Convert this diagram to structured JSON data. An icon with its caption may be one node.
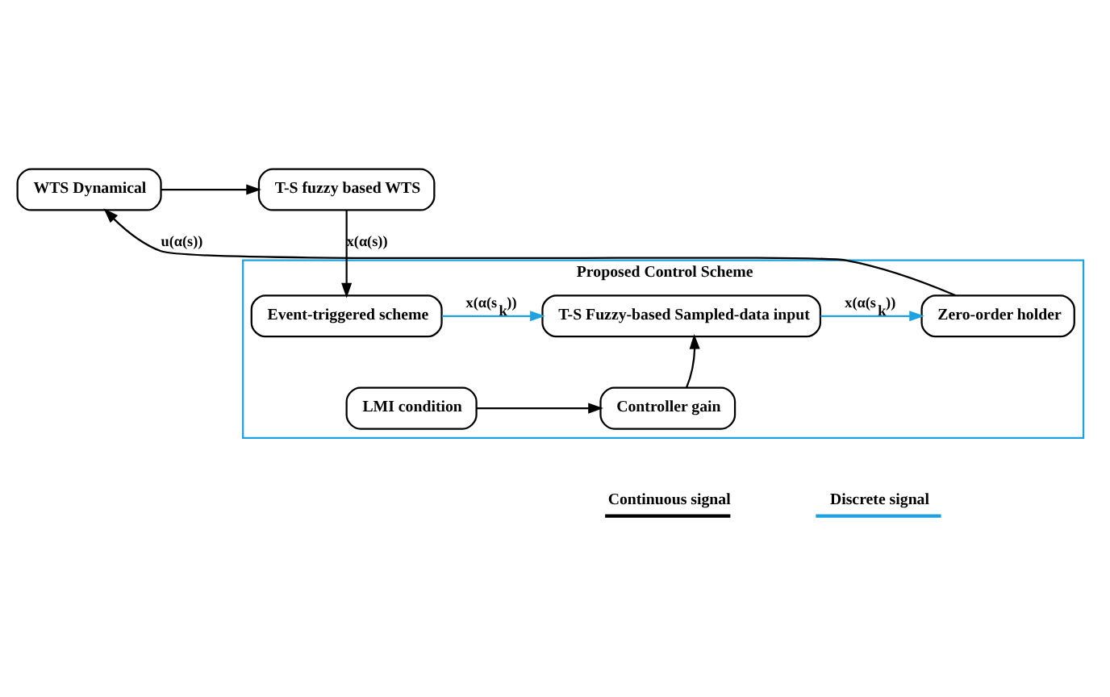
{
  "diagram": {
    "nodes": [
      {
        "text": [
          "Proposed Control Scheme"
        ]
      },
      {
        "text": [
          "WTS Dynamical"
        ]
      },
      {
        "text": [
          "T-S fuzzy based WTS"
        ]
      },
      {
        "text": [
          "Event-triggered scheme"
        ],
        "in": 0
      },
      {
        "text": [
          "T-S Fuzzy-based Sampled-data input"
        ],
        "in": 0
      },
      {
        "text": [
          "Zero-order holder"
        ],
        "in": 0
      },
      {
        "text": [
          "Controller gain"
        ],
        "in": 0
      },
      {
        "text": [
          "LMI condition"
        ],
        "in": 0
      }
    ],
    "edges": [
      {
        "from": 1,
        "to": 2,
        "arrow": "to"
      },
      {
        "from": 2,
        "to": 3,
        "arrow": "to",
        "label": "x(α(s))"
      },
      {
        "from": 3,
        "to": 4,
        "arrow": "to",
        "label": "x(α(s$_{k}$))",
        "color": "#1ea3e0"
      },
      {
        "from": 4,
        "to": 5,
        "arrow": "to",
        "label": "x(α(s$_{k}$))",
        "color": "#1ea3e0"
      },
      {
        "from": 5,
        "to": 1,
        "arrow": "to",
        "label": "u(α(s))"
      },
      {
        "from": 7,
        "to": 6,
        "arrow": "to"
      },
      {
        "from": 6,
        "to": 4,
        "arrow": "to"
      }
    ],
    "legend": [
      {
        "text": "Continuous signal",
        "color": "#000000"
      },
      {
        "text": "Discrete signal",
        "color": "#1ea3e0"
      }
    ]
  }
}
